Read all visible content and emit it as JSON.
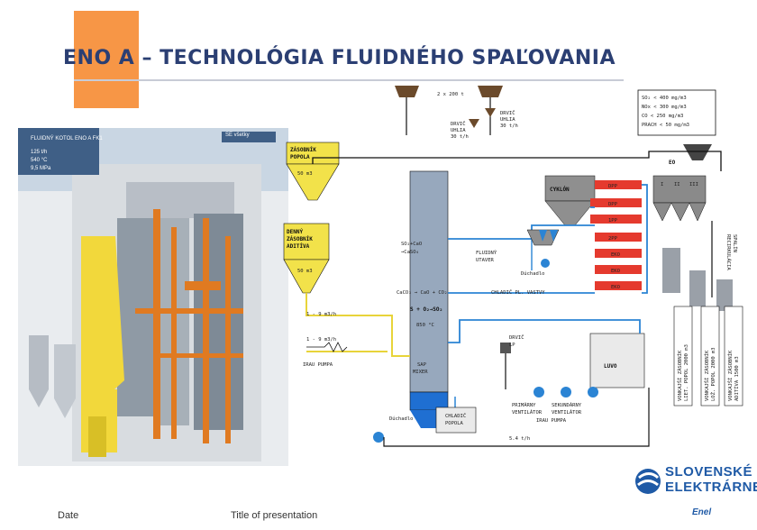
{
  "title": "ENO A – TECHNOLÓGIA FLUIDNÉHO SPAĽOVANIA",
  "footer": {
    "date": "Date",
    "presentation": "Title of presentation"
  },
  "logo": {
    "line1": "SLOVENSKÉ",
    "line2": "ELEKTRÁRNE",
    "sub": "Enel"
  },
  "photo": {
    "label_top": "FLUIDNÝ KOTOL ENO A FK1",
    "specs": [
      "125 t/h",
      "540 °C",
      "9,5 MPa"
    ],
    "corner": "SE všetky"
  },
  "diagram": {
    "coal_bunkers": "2 x 200 t",
    "coal_feeder_left": [
      "DRVIČ",
      "UHLIA",
      "30 t/h"
    ],
    "coal_feeder_right": [
      "DRVIČ",
      "UHLIA",
      "30 t/h"
    ],
    "emissions": [
      "SO₂ < 400 mg/m3",
      "NOx < 300 mg/m3",
      "CO < 250 mg/m3",
      "PRACH < 50 mg/m3"
    ],
    "ash_silo": [
      "ZÁSOBNÍK",
      "POPOLA"
    ],
    "ash_silo_volume": "50 m3",
    "eo": "EO",
    "eo_fields": [
      "I",
      "II",
      "III"
    ],
    "cyclone": "CYKLÓN",
    "sv_heaters": [
      "DPP",
      "DPP",
      "1PP",
      "2PP"
    ],
    "eko_units": [
      "EKO",
      "EKO",
      "EKO"
    ],
    "limestone_silo": [
      "DENNÝ",
      "ZÁSOBNÍK",
      "ADITÍVA"
    ],
    "limestone_volume": "50 m3",
    "reaction_1": "SO₂+CaO",
    "reaction_2": "→CaSO₄",
    "fluid_cooler": [
      "FLUIDNÝ",
      "UTAVER"
    ],
    "blower_left": "Dúchadlo",
    "reaction_3": "CaCO₃ → CaO + CO₂",
    "fluid_cooler_label": "CHLADIČ PL. VAS­TVY",
    "reaction_4": "S + O₂→SO₂",
    "temperature": "850 °C",
    "flow_1": "1 - 9 m3/h",
    "flow_2": "1 - 9 m3/h",
    "pump_left": "IRAU PUMPA",
    "ash_mixer": [
      "SAP",
      "MIXER"
    ],
    "blower_right": [
      "DRVIČ",
      "LP"
    ],
    "luvo": "LUVO",
    "fans": [
      "PRIMÁRNY",
      "VENTILÁTOR"
    ],
    "fans_2": [
      "SEKUNDÁRNY",
      "VENTILÁTOR"
    ],
    "pump_right": "IRAU PUMPA",
    "blower_bottom": "Dúchadlo",
    "cooler_ash": [
      "CHLADIČ",
      "POPOLA"
    ],
    "bottom_flow": "5.4 t/h",
    "recirc": [
      "RECIRKULÁCIA",
      "SPALÍN"
    ],
    "silo_v1": [
      "VONKAJŠÍ ZÁSOBNÍK",
      "LIET. POPOL 2000 m3"
    ],
    "silo_v2": [
      "VONKAJŠÍ ZÁSOBNÍK",
      "LOŽ. POPOL 2000 m3"
    ],
    "silo_v3": [
      "VONKAJŠÍ ZÁSOBNÍK",
      "ADITÍVA 1500 m3"
    ]
  },
  "colors": {
    "title": "#2b3f73",
    "accent": "#f79646",
    "water": "#2b84d4",
    "flue": "#111111",
    "additive": "#e8d43a",
    "logo": "#1f5aa6"
  }
}
